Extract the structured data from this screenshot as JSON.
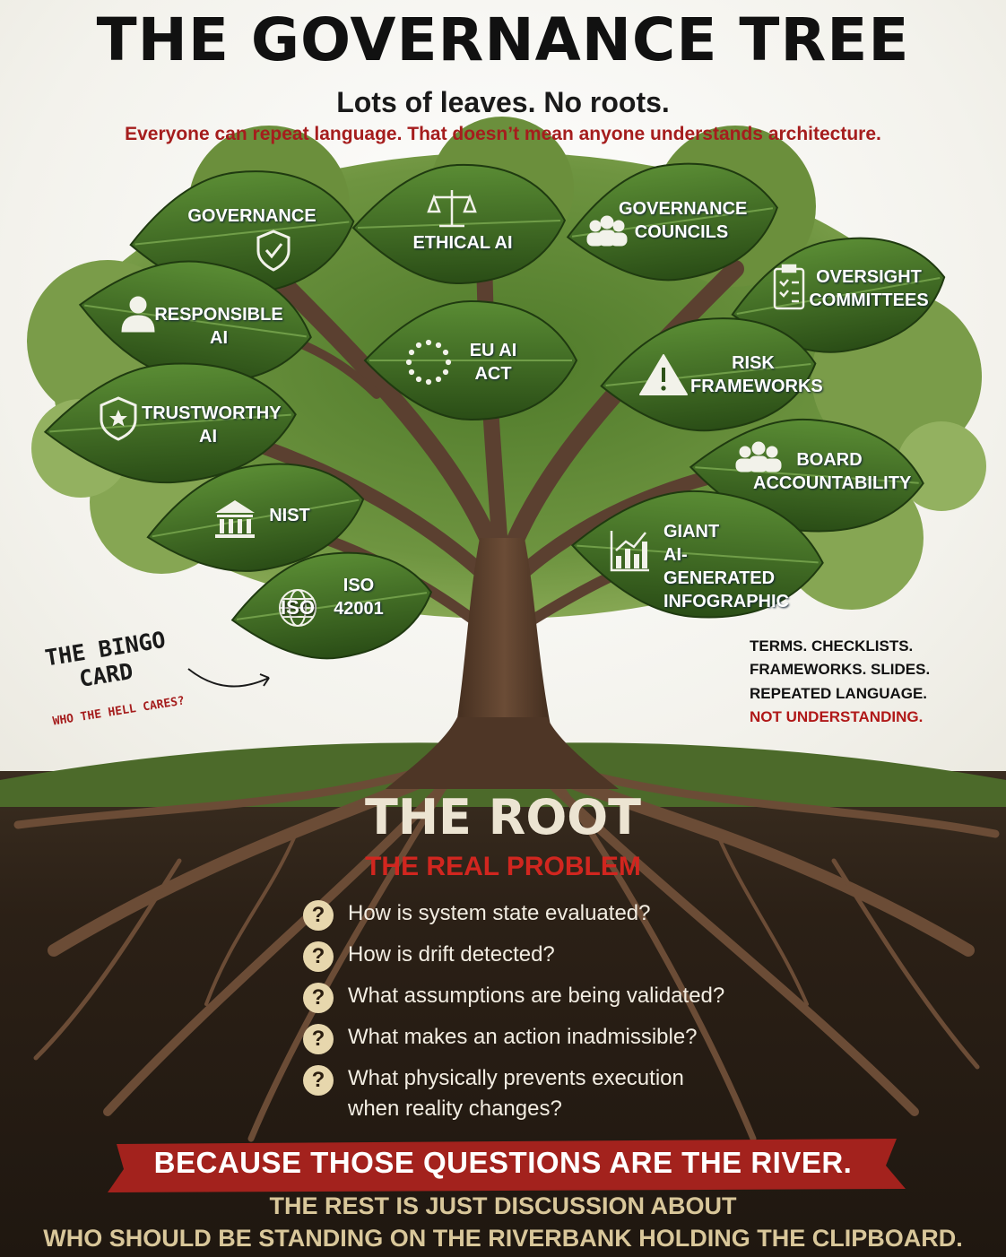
{
  "header": {
    "title": "THE GOVERNANCE TREE",
    "subtitle": "Lots of leaves. No roots.",
    "tagline": "Everyone can repeat language. That doesn’t mean anyone understands architecture."
  },
  "leaves": [
    {
      "id": "governance",
      "icon": "shield-check-icon",
      "lines": [
        "GOVERNANCE"
      ]
    },
    {
      "id": "ethical-ai",
      "icon": "scales-icon",
      "lines": [
        "ETHICAL AI"
      ]
    },
    {
      "id": "governance-councils",
      "icon": "group-icon",
      "lines": [
        "GOVERNANCE",
        "COUNCILS"
      ]
    },
    {
      "id": "oversight-committees",
      "icon": "clipboard-icon",
      "lines": [
        "OVERSIGHT",
        "COMMITTEES"
      ]
    },
    {
      "id": "responsible-ai",
      "icon": "person-icon",
      "lines": [
        "RESPONSIBLE",
        "AI"
      ]
    },
    {
      "id": "eu-ai-act",
      "icon": "eu-stars-icon",
      "lines": [
        "EU AI",
        "ACT"
      ]
    },
    {
      "id": "risk-frameworks",
      "icon": "warning-icon",
      "lines": [
        "RISK",
        "FRAMEWORKS"
      ]
    },
    {
      "id": "trustworthy-ai",
      "icon": "shield-star-icon",
      "lines": [
        "TRUSTWORTHY",
        "AI"
      ]
    },
    {
      "id": "board-accountability",
      "icon": "group-icon",
      "lines": [
        "BOARD",
        "ACCOUNTABILITY"
      ]
    },
    {
      "id": "nist",
      "icon": "building-icon",
      "lines": [
        "NIST"
      ]
    },
    {
      "id": "giant-infographic",
      "icon": "bar-chart-icon",
      "lines": [
        "GIANT",
        "AI-GENERATED",
        "INFOGRAPHIC"
      ]
    },
    {
      "id": "iso-42001",
      "icon": "globe-icon",
      "icon_text": "ISO",
      "lines": [
        "ISO",
        "42001"
      ]
    }
  ],
  "bingo": {
    "line1": "THE BINGO",
    "line2": "CARD",
    "sub": "WHO THE HELL CARES?"
  },
  "side_note": {
    "lines": [
      "TERMS. CHECKLISTS.",
      "FRAMEWORKS. SLIDES.",
      "REPEATED LANGUAGE."
    ],
    "red_line": "NOT UNDERSTANDING."
  },
  "root": {
    "title": "THE ROOT",
    "subtitle": "THE REAL PROBLEM",
    "question_icon": "?",
    "questions": [
      {
        "line1": "How is system state evaluated?"
      },
      {
        "line1": "How is drift detected?"
      },
      {
        "line1": "What assumptions are being validated?"
      },
      {
        "line1": "What makes an action inadmissible?"
      },
      {
        "line1": "What physically prevents execution",
        "line2": "when reality changes?"
      }
    ]
  },
  "footer": {
    "banner": "BECAUSE THOSE QUESTIONS ARE THE RIVER.",
    "line1": "THE REST IS JUST DISCUSSION ABOUT",
    "line2": "WHO SHOULD BE STANDING ON THE RIVERBANK HOLDING THE CLIPBOARD."
  },
  "colors": {
    "leaf": "#3f6e24",
    "leaf_dark": "#2d5218",
    "canopy": "#6e9440",
    "trunk": "#5b4030",
    "soil": "#2b2016",
    "red": "#a51d1d",
    "banner": "#a3221d",
    "root_text": "#ece4d2"
  }
}
